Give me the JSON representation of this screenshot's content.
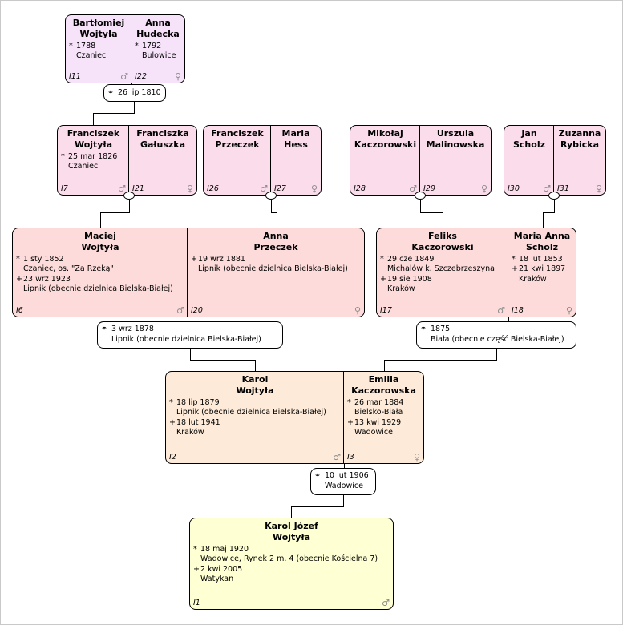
{
  "colors": {
    "gen1_fill": "#f6e2f9",
    "gen2_fill": "#fbdcea",
    "gen3_fill": "#fcdbda",
    "gen4_fill": "#fdead8",
    "gen5_fill": "#feffd2",
    "marriage_box_fill": "#ffffff",
    "box_border": "#000000",
    "gender_glyph": "#8a8a8a"
  },
  "people": {
    "bartlomiej_wojtyla": {
      "given": "Bartłomiej",
      "surname": "Wojtyła",
      "id": "I11",
      "gender": "♂",
      "details": [
        {
          "sym": "*",
          "text": "1788"
        },
        {
          "sym": "",
          "text": "Czaniec"
        }
      ]
    },
    "anna_hudecka": {
      "given": "Anna",
      "surname": "Hudecka",
      "id": "I22",
      "gender": "♀",
      "details": [
        {
          "sym": "*",
          "text": "1792"
        },
        {
          "sym": "",
          "text": "Bulowice"
        }
      ]
    },
    "franciszek_wojtyla": {
      "given": "Franciszek",
      "surname": "Wojtyła",
      "id": "I7",
      "gender": "♂",
      "details": [
        {
          "sym": "*",
          "text": "25 mar 1826"
        },
        {
          "sym": "",
          "text": "Czaniec"
        }
      ]
    },
    "franciszka_galuszka": {
      "given": "Franciszka",
      "surname": "Gałuszka",
      "id": "I21",
      "gender": "♀",
      "details": []
    },
    "franciszek_przeczek": {
      "given": "Franciszek",
      "surname": "Przeczek",
      "id": "I26",
      "gender": "♂",
      "details": []
    },
    "maria_hess": {
      "given": "Maria",
      "surname": "Hess",
      "id": "I27",
      "gender": "♀",
      "details": []
    },
    "mikolaj_kaczorowski": {
      "given": "Mikołaj",
      "surname": "Kaczorowski",
      "id": "I28",
      "gender": "♂",
      "details": []
    },
    "urszula_malinowska": {
      "given": "Urszula",
      "surname": "Malinowska",
      "id": "I29",
      "gender": "♀",
      "details": []
    },
    "jan_scholz": {
      "given": "Jan",
      "surname": "Scholz",
      "id": "I30",
      "gender": "♂",
      "details": []
    },
    "zuzanna_rybicka": {
      "given": "Zuzanna",
      "surname": "Rybicka",
      "id": "I31",
      "gender": "♀",
      "details": []
    },
    "maciej_wojtyla": {
      "given": "Maciej",
      "surname": "Wojtyła",
      "id": "I6",
      "gender": "♂",
      "details": [
        {
          "sym": "*",
          "text": "1 sty 1852"
        },
        {
          "sym": "",
          "text": "Czaniec, os. \"Za Rzeką\""
        },
        {
          "sym": "+",
          "text": "23 wrz 1923"
        },
        {
          "sym": "",
          "text": "Lipnik (obecnie dzielnica Bielska-Białej)"
        }
      ]
    },
    "anna_przeczek": {
      "given": "Anna",
      "surname": "Przeczek",
      "id": "I20",
      "gender": "♀",
      "details": [
        {
          "sym": "+",
          "text": "19 wrz 1881"
        },
        {
          "sym": "",
          "text": "Lipnik (obecnie dzielnica Bielska-Białej)"
        }
      ]
    },
    "feliks_kaczorowski": {
      "given": "Feliks",
      "surname": "Kaczorowski",
      "id": "I17",
      "gender": "♂",
      "details": [
        {
          "sym": "*",
          "text": "29 cze 1849"
        },
        {
          "sym": "",
          "text": "Michalów k. Szczebrzeszyna"
        },
        {
          "sym": "+",
          "text": "19 sie 1908"
        },
        {
          "sym": "",
          "text": "Kraków"
        }
      ]
    },
    "maria_anna_scholz": {
      "given": "Maria Anna",
      "surname": "Scholz",
      "id": "I18",
      "gender": "♀",
      "details": [
        {
          "sym": "*",
          "text": "18 lut 1853"
        },
        {
          "sym": "+",
          "text": "21 kwi 1897"
        },
        {
          "sym": "",
          "text": "Kraków"
        }
      ]
    },
    "karol_wojtyla": {
      "given": "Karol",
      "surname": "Wojtyła",
      "id": "I2",
      "gender": "♂",
      "details": [
        {
          "sym": "*",
          "text": "18 lip 1879"
        },
        {
          "sym": "",
          "text": "Lipnik (obecnie dzielnica Bielska-Białej)"
        },
        {
          "sym": "+",
          "text": "18 lut 1941"
        },
        {
          "sym": "",
          "text": "Kraków"
        }
      ]
    },
    "emilia_kaczorowska": {
      "given": "Emilia",
      "surname": "Kaczorowska",
      "id": "I3",
      "gender": "♀",
      "details": [
        {
          "sym": "*",
          "text": "26 mar 1884"
        },
        {
          "sym": "",
          "text": "Bielsko-Biała"
        },
        {
          "sym": "+",
          "text": "13 kwi 1929"
        },
        {
          "sym": "",
          "text": "Wadowice"
        }
      ]
    },
    "karol_jozef_wojtyla": {
      "given": "Karol Józef",
      "surname": "Wojtyła",
      "id": "I1",
      "gender": "♂",
      "details": [
        {
          "sym": "*",
          "text": "18 maj 1920"
        },
        {
          "sym": "",
          "text": "Wadowice, Rynek 2 m. 4 (obecnie Kościelna 7)"
        },
        {
          "sym": "+",
          "text": "2 kwi 2005"
        },
        {
          "sym": "",
          "text": "Watykan"
        }
      ]
    }
  },
  "marriages": {
    "m1810": {
      "sym": "⚭",
      "date": "26 lip 1810",
      "place": ""
    },
    "m1878": {
      "sym": "⚭",
      "date": "3 wrz 1878",
      "place": "Lipnik (obecnie dzielnica Bielska-Białej)"
    },
    "m1875": {
      "sym": "⚭",
      "date": "1875",
      "place": "Biała (obecnie część Bielska-Białej)"
    },
    "m1906": {
      "sym": "⚭",
      "date": "10 lut 1906",
      "place": "Wadowice"
    }
  }
}
